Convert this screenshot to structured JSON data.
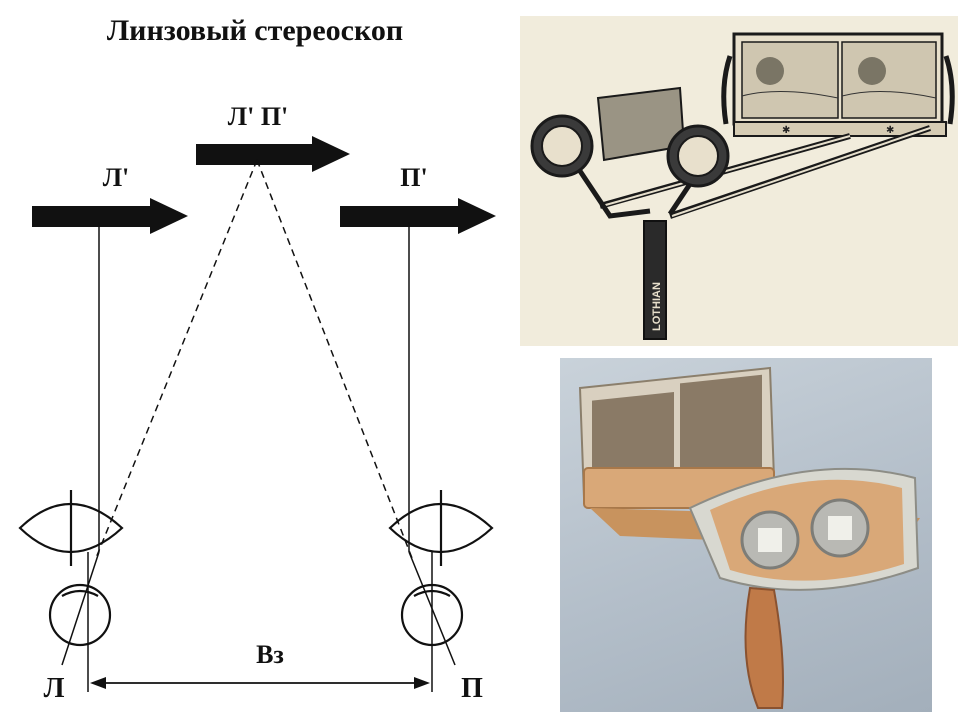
{
  "title": "Линзовый стереоскоп",
  "diagram": {
    "label_left_image": "Л'",
    "label_combined_image": "Л' П'",
    "label_right_image": "П'",
    "label_left_eye": "Л",
    "label_right_eye": "П",
    "label_base": "Bз"
  },
  "photo_top": {
    "device_brand": "LOTHIAN"
  },
  "colors": {
    "ink": "#111111",
    "top_photo_bg": "#f1ecdc",
    "bottom_photo_bg": "#b3bec9",
    "wood": "#d9a878",
    "hood": "#d8d8d0"
  }
}
